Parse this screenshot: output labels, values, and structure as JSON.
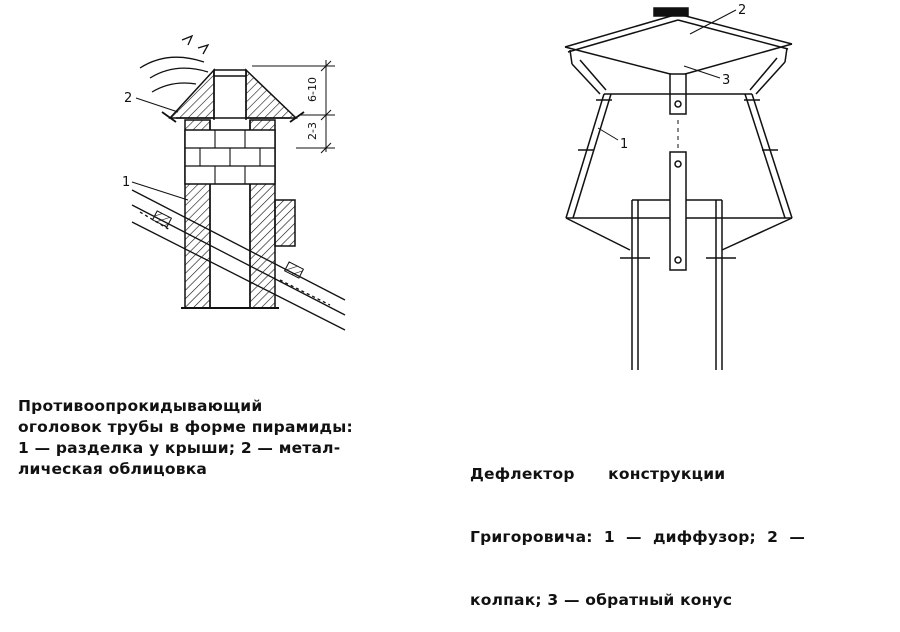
{
  "left_figure": {
    "labels": {
      "lining": "2",
      "roof_cut": "1"
    },
    "dims": {
      "top": "6-10",
      "bottom": "2-3"
    },
    "caption": [
      "Противоопрокидывающий",
      "оголовок трубы в форме пирамиды:",
      "1 — разделка у крыши; 2 — метал-",
      "лическая облицовка"
    ]
  },
  "right_figure": {
    "labels": {
      "cap": "2",
      "cone": "3",
      "diffuser": "1"
    },
    "caption": [
      "Дефлектор      конструкции",
      "Григоровича:  1  —  диффузор;  2  —",
      "колпак; 3 — обратный конус"
    ]
  },
  "colors": {
    "ink": "#111111",
    "paper": "#ffffff"
  }
}
